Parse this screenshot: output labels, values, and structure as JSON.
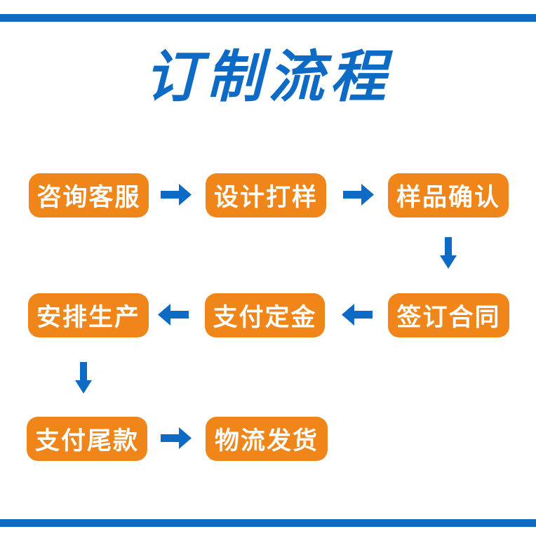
{
  "page": {
    "title": "订制流程"
  },
  "colors": {
    "accent_blue": "#0e6bc5",
    "step_orange": "#f08519",
    "step_text": "#ffffff",
    "background": "#ffffff"
  },
  "rows": [
    {
      "arrow_direction": "right",
      "buttons": [
        "咨询客服",
        "设计打样",
        "样品确认"
      ]
    },
    {
      "arrow_direction": "left",
      "buttons": [
        "安排生产",
        "支付定金",
        "签订合同"
      ]
    },
    {
      "arrow_direction": "right",
      "buttons": [
        "支付尾款",
        "物流发货"
      ]
    }
  ],
  "connectors": [
    {
      "from": "样品确认",
      "to": "签订合同",
      "direction": "down"
    },
    {
      "from": "安排生产",
      "to": "支付尾款",
      "direction": "down"
    }
  ],
  "flow_sequence": [
    "咨询客服",
    "设计打样",
    "样品确认",
    "签订合同",
    "支付定金",
    "安排生产",
    "支付尾款",
    "物流发货"
  ],
  "icons": {
    "arrow_right": "right-block-arrow",
    "arrow_left": "left-block-arrow",
    "arrow_down": "down-block-arrow"
  }
}
